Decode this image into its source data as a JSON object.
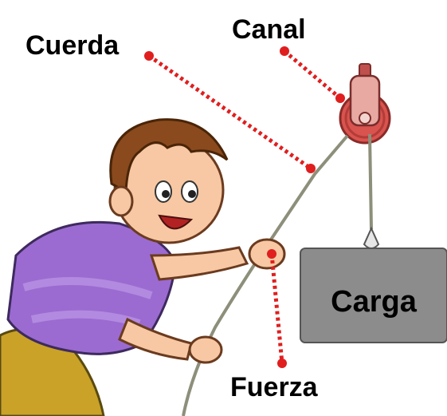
{
  "labels": {
    "rope": "Cuerda",
    "groove": "Canal",
    "load": "Carga",
    "force": "Fuerza"
  },
  "colors": {
    "leader_line": "#e01e1e",
    "pulley": "#d9534f",
    "load_box": "#8c8c8c",
    "rope": "#8d8f7a",
    "shirt": "#9b6bd1",
    "pants": "#c9a227"
  }
}
